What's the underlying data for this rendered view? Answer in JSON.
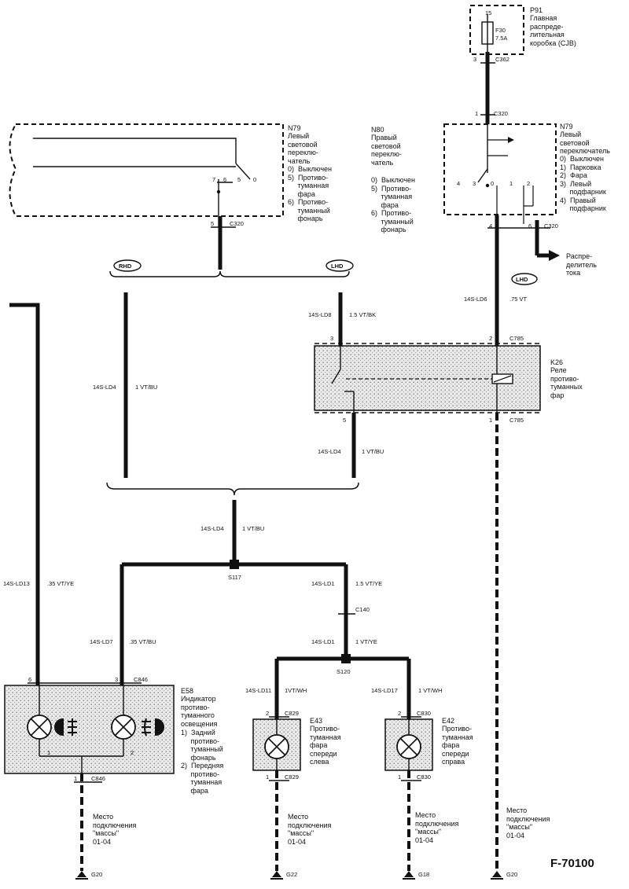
{
  "figure_id": "F-70100",
  "fuse_box": {
    "ref": "P91",
    "desc": "Главная\nраспреде-\nлительная\nкоробка (CJB)",
    "fuse": "F30",
    "rating": "7.5A",
    "pin_in": "15",
    "pin_out": "3",
    "connector": "C362"
  },
  "switch_rhd": {
    "ref": "N79",
    "desc": "Левый\nсветовой\nпереклю-\nчатель",
    "positions": "0)  Выключен\n5)  Противо-\n     туманная\n     фара\n6)  Противо-\n     туманный\n     фонарь",
    "pins": [
      "7",
      "6",
      "5",
      "0"
    ],
    "out_pin": "5",
    "connector": "C320"
  },
  "switch_n80": {
    "ref": "N80",
    "desc": "Правый\nсветовой\nпереклю-\nчатель",
    "positions": "0)  Выключен\n5)  Противо-\n     туманная\n     фара\n6)  Противо-\n     туманный\n     фонарь"
  },
  "switch_lhd": {
    "ref": "N79",
    "desc": "Левый\nсветовой\nпереключатель",
    "positions": "0)  Выключен\n1)  Парковка\n2)  Фара\n3)  Левый\n     подфарник\n4)  Правый\n     подфарник",
    "pins": [
      "4",
      "3",
      "0",
      "1",
      "2"
    ],
    "in_pin": "1",
    "in_connector": "C320",
    "out_pins": [
      "4",
      "6"
    ],
    "out_connector": "C320"
  },
  "distributor_label": "Распре-\nделитель\nтока",
  "variants": {
    "rhd": "RHD",
    "lhd_top": "LHD",
    "lhd_right": "LHD"
  },
  "relay": {
    "ref": "K26",
    "desc": "Реле\nпротиво-\nтуманных\nфар",
    "in_connector": "C785",
    "out_connector": "C785",
    "pins": [
      "3",
      "2",
      "5",
      "1"
    ]
  },
  "wires": {
    "ld6": {
      "code": "14S-LD6",
      "spec": ".75 VT"
    },
    "ld8": {
      "code": "14S-LD8",
      "spec": "1.5 VT/BK"
    },
    "ld4": {
      "code": "14S-LD4",
      "spec": "1 VT/BU"
    },
    "ld13": {
      "code": "14S-LD13",
      "spec": ".35 VT/YE"
    },
    "ld7": {
      "code": "14S-LD7",
      "spec": ".35 VT/BU"
    },
    "ld1a": {
      "code": "14S-LD1",
      "spec": "1.5 VT/YE"
    },
    "ld1b": {
      "code": "14S-LD1",
      "spec": "1 VT/YE"
    },
    "ld11": {
      "code": "14S-LD11",
      "spec": "1VT/WH"
    },
    "ld17": {
      "code": "14S-LD17",
      "spec": "1 VT/WH"
    }
  },
  "splices": {
    "s117": "S117",
    "s120": "S120",
    "c140": "C140"
  },
  "indicator": {
    "ref": "E58",
    "desc": "Индикатор\nпротиво-\nтуманного\nосвещения",
    "items": "1)  Задний\n     противо-\n     туманный\n     фонарь\n2)  Передняя\n     противо-\n     туманная\n     фара",
    "connector_top": "C846",
    "connector_bottom": "C846",
    "pins_top": [
      "6",
      "3"
    ],
    "pin_bottom": "1",
    "lamp_pins": [
      "1",
      "2"
    ]
  },
  "lamp_left": {
    "ref": "E43",
    "desc": "Противо-\nтуманная\nфара\nспереди\nслева",
    "connector_top": "C829",
    "connector_bottom": "C829",
    "pin_top": "2",
    "pin_bottom": "1"
  },
  "lamp_right": {
    "ref": "E42",
    "desc": "Противо-\nтуманная\nфара\nспереди\nсправа",
    "connector_top": "C830",
    "connector_bottom": "C830",
    "pin_top": "2",
    "pin_bottom": "1"
  },
  "ground": {
    "label": "Место\nподключения\n\"массы\"\n01-04",
    "points": [
      "G20",
      "G22",
      "G18",
      "G20"
    ]
  }
}
